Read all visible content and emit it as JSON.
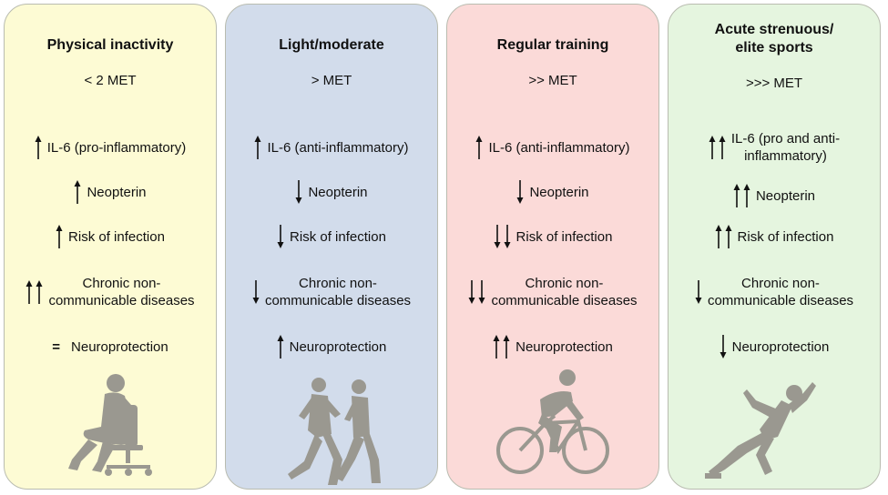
{
  "panels": [
    {
      "title": "Physical inactivity",
      "met": "< 2 MET",
      "rows": [
        {
          "arrows": [
            "up"
          ],
          "text": "IL-6 (pro-inflammatory)"
        },
        {
          "arrows": [
            "up"
          ],
          "text": "Neopterin"
        },
        {
          "arrows": [
            "up"
          ],
          "text": "Risk of infection"
        },
        {
          "arrows": [
            "up",
            "up"
          ],
          "text": "Chronic non-\ncommunicable diseases"
        },
        {
          "symbol": "=",
          "text": "Neuroprotection"
        }
      ],
      "figure_icon": "sitting-person-icon",
      "bg": "#fdfbd4"
    },
    {
      "title": "Light/moderate",
      "met": "> MET",
      "rows": [
        {
          "arrows": [
            "up"
          ],
          "text": "IL-6 (anti-inflammatory)"
        },
        {
          "arrows": [
            "down"
          ],
          "text": "Neopterin"
        },
        {
          "arrows": [
            "down"
          ],
          "text": "Risk of infection"
        },
        {
          "arrows": [
            "down"
          ],
          "text": "Chronic non-\ncommunicable diseases"
        },
        {
          "arrows": [
            "up"
          ],
          "text": "Neuroprotection"
        }
      ],
      "figure_icon": "joggers-icon",
      "bg": "#d2dceb"
    },
    {
      "title": "Regular training",
      "met": ">> MET",
      "rows": [
        {
          "arrows": [
            "up"
          ],
          "text": "IL-6 (anti-inflammatory)"
        },
        {
          "arrows": [
            "down"
          ],
          "text": "Neopterin"
        },
        {
          "arrows": [
            "down",
            "down"
          ],
          "text": "Risk of infection"
        },
        {
          "arrows": [
            "down",
            "down"
          ],
          "text": "Chronic non-\ncommunicable diseases"
        },
        {
          "arrows": [
            "up",
            "up"
          ],
          "text": "Neuroprotection"
        }
      ],
      "figure_icon": "cyclist-icon",
      "bg": "#fbdad8"
    },
    {
      "title": "Acute strenuous/\nelite sports",
      "met": ">>> MET",
      "rows": [
        {
          "arrows": [
            "up",
            "up"
          ],
          "text": "IL-6 (pro and anti-\ninflammatory)"
        },
        {
          "arrows": [
            "up",
            "up"
          ],
          "text": "Neopterin"
        },
        {
          "arrows": [
            "up",
            "up"
          ],
          "text": "Risk of infection"
        },
        {
          "arrows": [
            "down"
          ],
          "text": "Chronic non-\ncommunicable diseases"
        },
        {
          "arrows": [
            "down"
          ],
          "text": "Neuroprotection"
        }
      ],
      "figure_icon": "sprinter-icon",
      "bg": "#e5f5df"
    }
  ],
  "colors": {
    "figure": "#9a9890",
    "border": "#b9bcb0"
  }
}
